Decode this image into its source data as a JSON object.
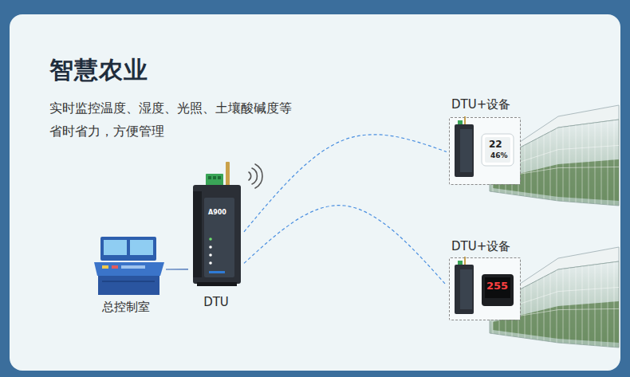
{
  "diagram": {
    "title": "智慧农业",
    "nodes": [
      {
        "text": [
          "总控制室"
        ]
      },
      {
        "text": [
          "DTU"
        ]
      },
      {
        "text": [
          "DTU+设备"
        ]
      },
      {
        "text": [
          "DTU+设备"
        ]
      }
    ],
    "edges": [
      {
        "from": 0,
        "to": 1,
        "arrow": "none"
      },
      {
        "from": 1,
        "to": 2,
        "arrow": "none"
      },
      {
        "from": 1,
        "to": 3,
        "arrow": "none"
      }
    ],
    "labels": [
      "实时监控温度、湿度、光照、土壤酸碱度等 省时省力，方便管理",
      "A900",
      "22",
      "46%",
      "255"
    ]
  }
}
